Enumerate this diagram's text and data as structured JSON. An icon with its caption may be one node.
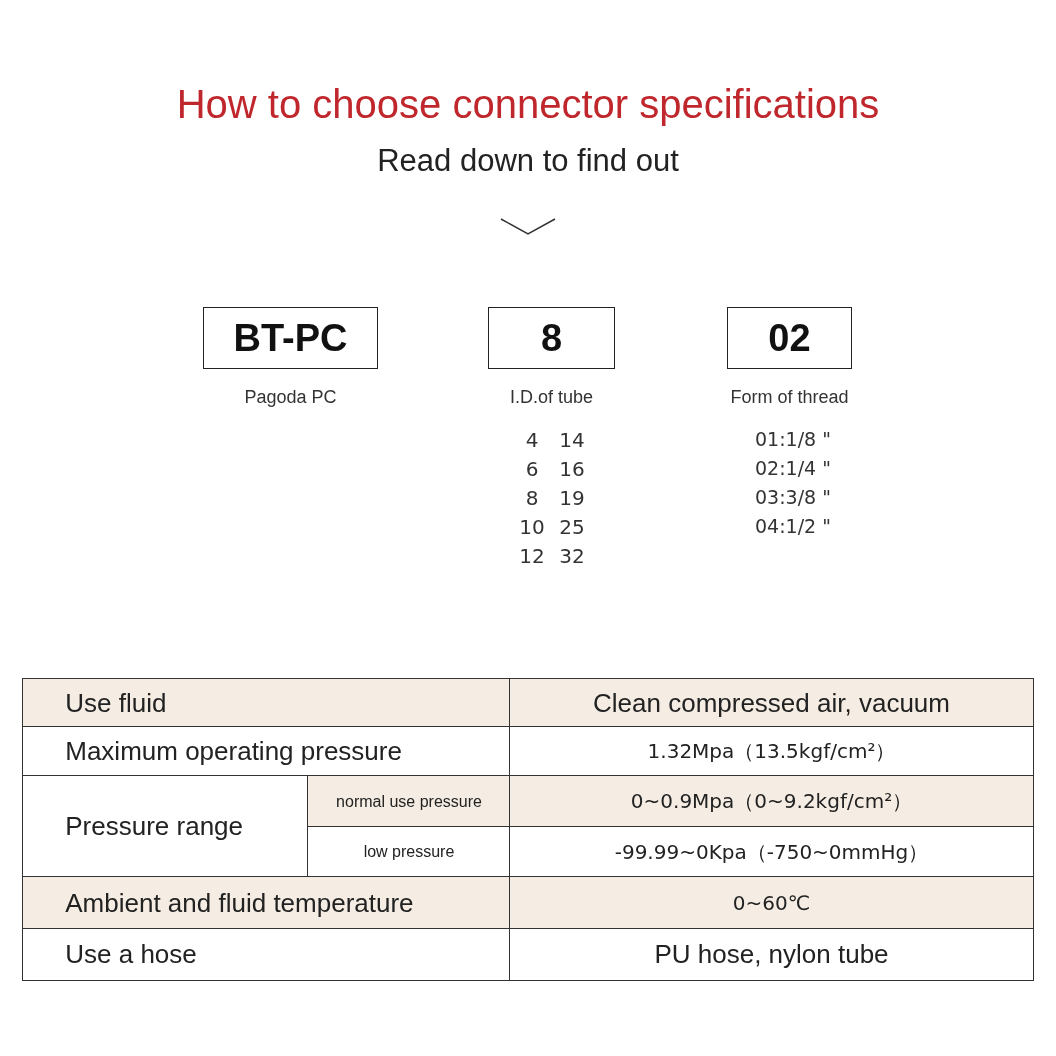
{
  "diagram": {
    "title": "How to choose connector specifications",
    "nodes": [
      {
        "text": [
          "BT-PC"
        ],
        "beside": [
          "Pagoda PC"
        ]
      },
      {
        "text": [
          "8"
        ],
        "beside": [
          "I.D.of tube"
        ]
      },
      {
        "text": [
          "02"
        ],
        "beside": [
          "Form of thread"
        ]
      }
    ],
    "edges": [],
    "labels": [
      "Read down to find out",
      "4",
      "14",
      "6",
      "16",
      "8",
      "19",
      "10",
      "25",
      "12",
      "32",
      "01:1/8 \"",
      "02:1/4 \"",
      "03:3/8 \"",
      "04:1/2 \"",
      "Use fluid",
      "Clean compressed air, vacuum",
      "Maximum operating pressure",
      "1.32Mpa（13.5kgf/cm²）",
      "Pressure range",
      "normal use pressure",
      "0~0.9Mpa（0~9.2kgf/cm²）",
      "low pressure",
      "-99.99~0Kpa（-750~0mmHg）",
      "Ambient and fluid temperature",
      "0~60℃",
      "Use a hose",
      "PU hose, nylon tube"
    ]
  }
}
